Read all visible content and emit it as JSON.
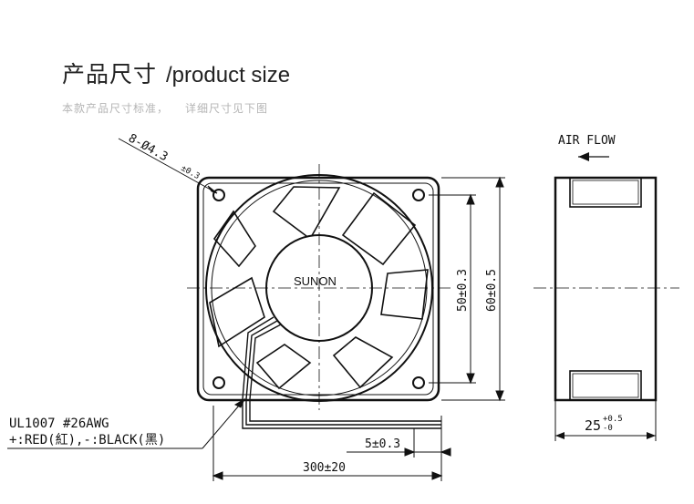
{
  "header": {
    "title_cn": "产品尺寸",
    "title_en": "/product size",
    "subtitle_left": "本款产品尺寸标准，",
    "subtitle_right": "详细尺寸见下图"
  },
  "drawing": {
    "brand": "SUNON",
    "hole_spec_main": "8-Ø4.3",
    "hole_spec_tol": "±0.3",
    "airflow_label": "AIR FLOW",
    "dim_hole_spacing": "50±0.3",
    "dim_frame_height": "60±0.5",
    "dim_thickness_base": "25",
    "dim_thickness_tol_plus": "+0.5",
    "dim_thickness_tol_minus": "-0",
    "dim_strip": "5±0.3",
    "dim_wire_length": "300±20",
    "wire_spec": "UL1007   #26AWG",
    "wire_polarity": "+:RED(紅),-:BLACK(黑)"
  }
}
